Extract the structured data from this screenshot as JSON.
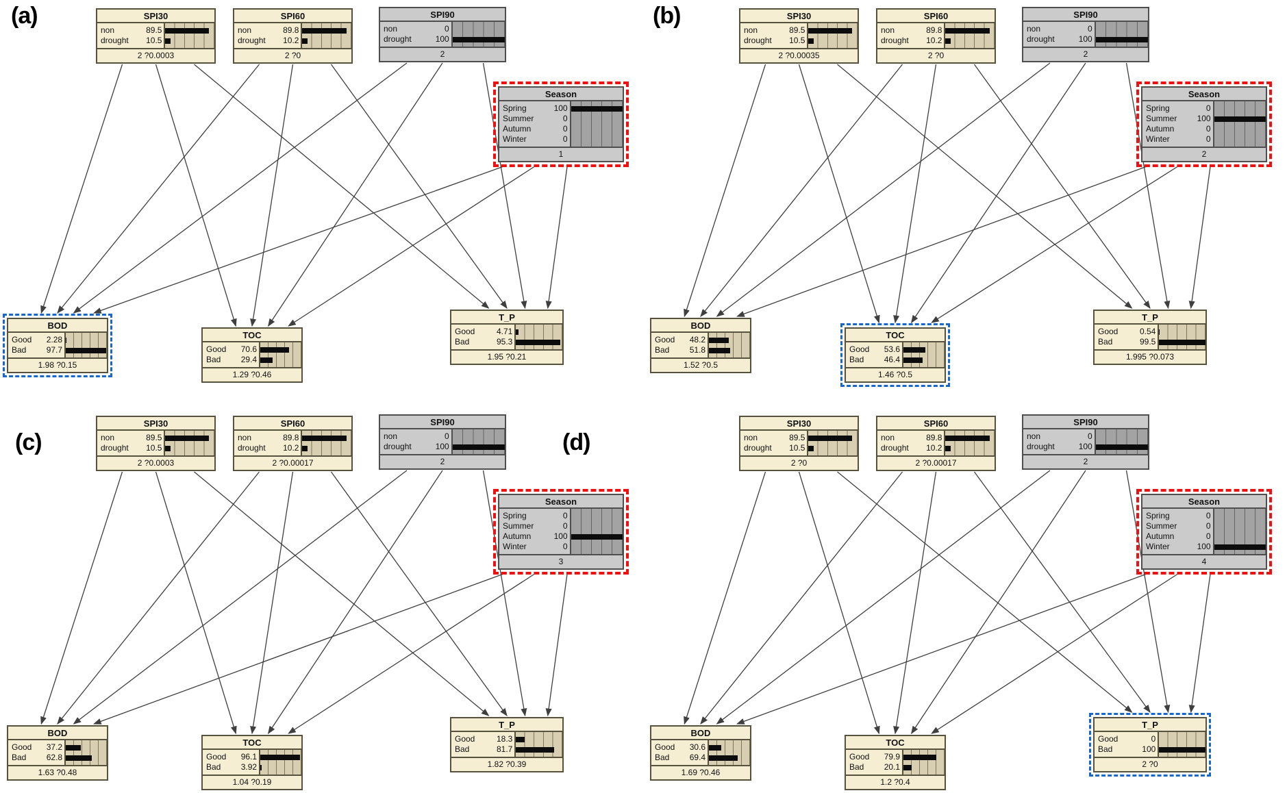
{
  "diagram": {
    "colors": {
      "node_fill_cream": "#f5eed3",
      "node_fill_gray": "#cbcbcb",
      "bar_area_cream": "#d8cfb2",
      "bar_area_gray": "#a3a3a3",
      "bar_fill": "#0c0c0c",
      "evidence_outline_red": "#ee1111",
      "highlight_outline_blue": "#1767cf",
      "edge": "#3f3f3f"
    },
    "edges": [
      {
        "from": "spi30",
        "to": "bod"
      },
      {
        "from": "spi30",
        "to": "toc"
      },
      {
        "from": "spi30",
        "to": "tp"
      },
      {
        "from": "spi60",
        "to": "bod"
      },
      {
        "from": "spi60",
        "to": "toc"
      },
      {
        "from": "spi60",
        "to": "tp"
      },
      {
        "from": "spi90",
        "to": "bod"
      },
      {
        "from": "spi90",
        "to": "toc"
      },
      {
        "from": "spi90",
        "to": "tp"
      },
      {
        "from": "season",
        "to": "bod"
      },
      {
        "from": "season",
        "to": "toc"
      },
      {
        "from": "season",
        "to": "tp"
      }
    ],
    "panels": [
      {
        "id": "a",
        "label": "(a)",
        "nodes": [
          {
            "id": "spi30",
            "title": "SPI30",
            "style": "cream",
            "states": [
              {
                "label": "non",
                "value": "89.5",
                "pct": 89.5
              },
              {
                "label": "drought",
                "value": "10.5",
                "pct": 10.5
              }
            ],
            "footer": "2 ?0.0003"
          },
          {
            "id": "spi60",
            "title": "SPI60",
            "style": "cream",
            "states": [
              {
                "label": "non",
                "value": "89.8",
                "pct": 89.8
              },
              {
                "label": "drought",
                "value": "10.2",
                "pct": 10.2
              }
            ],
            "footer": "2 ?0"
          },
          {
            "id": "spi90",
            "title": "SPI90",
            "style": "gray",
            "states": [
              {
                "label": "non",
                "value": "0",
                "pct": 0
              },
              {
                "label": "drought",
                "value": "100",
                "pct": 100
              }
            ],
            "footer": "2"
          },
          {
            "id": "season",
            "title": "Season",
            "style": "gray",
            "highlight": "red",
            "states": [
              {
                "label": "Spring",
                "value": "100",
                "pct": 100
              },
              {
                "label": "Summer",
                "value": "0",
                "pct": 0
              },
              {
                "label": "Autumn",
                "value": "0",
                "pct": 0
              },
              {
                "label": "Winter",
                "value": "0",
                "pct": 0
              }
            ],
            "footer": "1"
          },
          {
            "id": "bod",
            "title": "BOD",
            "style": "cream",
            "highlight": "blue",
            "states": [
              {
                "label": "Good",
                "value": "2.28",
                "pct": 2.28
              },
              {
                "label": "Bad",
                "value": "97.7",
                "pct": 97.7
              }
            ],
            "footer": "1.98 ?0.15"
          },
          {
            "id": "toc",
            "title": "TOC",
            "style": "cream",
            "states": [
              {
                "label": "Good",
                "value": "70.6",
                "pct": 70.6
              },
              {
                "label": "Bad",
                "value": "29.4",
                "pct": 29.4
              }
            ],
            "footer": "1.29 ?0.46"
          },
          {
            "id": "tp",
            "title": "T_P",
            "style": "cream",
            "states": [
              {
                "label": "Good",
                "value": "4.71",
                "pct": 4.71
              },
              {
                "label": "Bad",
                "value": "95.3",
                "pct": 95.3
              }
            ],
            "footer": "1.95 ?0.21"
          }
        ]
      },
      {
        "id": "b",
        "label": "(b)",
        "nodes": [
          {
            "id": "spi30",
            "title": "SPI30",
            "style": "cream",
            "states": [
              {
                "label": "non",
                "value": "89.5",
                "pct": 89.5
              },
              {
                "label": "drought",
                "value": "10.5",
                "pct": 10.5
              }
            ],
            "footer": "2 ?0.00035"
          },
          {
            "id": "spi60",
            "title": "SPI60",
            "style": "cream",
            "states": [
              {
                "label": "non",
                "value": "89.8",
                "pct": 89.8
              },
              {
                "label": "drought",
                "value": "10.2",
                "pct": 10.2
              }
            ],
            "footer": "2 ?0"
          },
          {
            "id": "spi90",
            "title": "SPI90",
            "style": "gray",
            "states": [
              {
                "label": "non",
                "value": "0",
                "pct": 0
              },
              {
                "label": "drought",
                "value": "100",
                "pct": 100
              }
            ],
            "footer": "2"
          },
          {
            "id": "season",
            "title": "Season",
            "style": "gray",
            "highlight": "red",
            "states": [
              {
                "label": "Spring",
                "value": "0",
                "pct": 0
              },
              {
                "label": "Summer",
                "value": "100",
                "pct": 100
              },
              {
                "label": "Autumn",
                "value": "0",
                "pct": 0
              },
              {
                "label": "Winter",
                "value": "0",
                "pct": 0
              }
            ],
            "footer": "2"
          },
          {
            "id": "bod",
            "title": "BOD",
            "style": "cream",
            "states": [
              {
                "label": "Good",
                "value": "48.2",
                "pct": 48.2
              },
              {
                "label": "Bad",
                "value": "51.8",
                "pct": 51.8
              }
            ],
            "footer": "1.52 ?0.5"
          },
          {
            "id": "toc",
            "title": "TOC",
            "style": "cream",
            "highlight": "blue",
            "states": [
              {
                "label": "Good",
                "value": "53.6",
                "pct": 53.6
              },
              {
                "label": "Bad",
                "value": "46.4",
                "pct": 46.4
              }
            ],
            "footer": "1.46 ?0.5"
          },
          {
            "id": "tp",
            "title": "T_P",
            "style": "cream",
            "states": [
              {
                "label": "Good",
                "value": "0.54",
                "pct": 0.54
              },
              {
                "label": "Bad",
                "value": "99.5",
                "pct": 99.5
              }
            ],
            "footer": "1.995 ?0.073"
          }
        ]
      },
      {
        "id": "c",
        "label": "(c)",
        "nodes": [
          {
            "id": "spi30",
            "title": "SPI30",
            "style": "cream",
            "states": [
              {
                "label": "non",
                "value": "89.5",
                "pct": 89.5
              },
              {
                "label": "drought",
                "value": "10.5",
                "pct": 10.5
              }
            ],
            "footer": "2 ?0.0003"
          },
          {
            "id": "spi60",
            "title": "SPI60",
            "style": "cream",
            "states": [
              {
                "label": "non",
                "value": "89.8",
                "pct": 89.8
              },
              {
                "label": "drought",
                "value": "10.2",
                "pct": 10.2
              }
            ],
            "footer": "2 ?0.00017"
          },
          {
            "id": "spi90",
            "title": "SPI90",
            "style": "gray",
            "states": [
              {
                "label": "non",
                "value": "0",
                "pct": 0
              },
              {
                "label": "drought",
                "value": "100",
                "pct": 100
              }
            ],
            "footer": "2"
          },
          {
            "id": "season",
            "title": "Season",
            "style": "gray",
            "highlight": "red",
            "states": [
              {
                "label": "Spring",
                "value": "0",
                "pct": 0
              },
              {
                "label": "Summer",
                "value": "0",
                "pct": 0
              },
              {
                "label": "Autumn",
                "value": "100",
                "pct": 100
              },
              {
                "label": "Winter",
                "value": "0",
                "pct": 0
              }
            ],
            "footer": "3"
          },
          {
            "id": "bod",
            "title": "BOD",
            "style": "cream",
            "states": [
              {
                "label": "Good",
                "value": "37.2",
                "pct": 37.2
              },
              {
                "label": "Bad",
                "value": "62.8",
                "pct": 62.8
              }
            ],
            "footer": "1.63 ?0.48"
          },
          {
            "id": "toc",
            "title": "TOC",
            "style": "cream",
            "states": [
              {
                "label": "Good",
                "value": "96.1",
                "pct": 96.1
              },
              {
                "label": "Bad",
                "value": "3.92",
                "pct": 3.92
              }
            ],
            "footer": "1.04 ?0.19"
          },
          {
            "id": "tp",
            "title": "T_P",
            "style": "cream",
            "states": [
              {
                "label": "Good",
                "value": "18.3",
                "pct": 18.3
              },
              {
                "label": "Bad",
                "value": "81.7",
                "pct": 81.7
              }
            ],
            "footer": "1.82 ?0.39"
          }
        ]
      },
      {
        "id": "d",
        "label": "(d)",
        "nodes": [
          {
            "id": "spi30",
            "title": "SPI30",
            "style": "cream",
            "states": [
              {
                "label": "non",
                "value": "89.5",
                "pct": 89.5
              },
              {
                "label": "drought",
                "value": "10.5",
                "pct": 10.5
              }
            ],
            "footer": "2 ?0"
          },
          {
            "id": "spi60",
            "title": "SPI60",
            "style": "cream",
            "states": [
              {
                "label": "non",
                "value": "89.8",
                "pct": 89.8
              },
              {
                "label": "drought",
                "value": "10.2",
                "pct": 10.2
              }
            ],
            "footer": "2 ?0.00017"
          },
          {
            "id": "spi90",
            "title": "SPI90",
            "style": "gray",
            "states": [
              {
                "label": "non",
                "value": "0",
                "pct": 0
              },
              {
                "label": "drought",
                "value": "100",
                "pct": 100
              }
            ],
            "footer": "2"
          },
          {
            "id": "season",
            "title": "Season",
            "style": "gray",
            "highlight": "red",
            "states": [
              {
                "label": "Spring",
                "value": "0",
                "pct": 0
              },
              {
                "label": "Summer",
                "value": "0",
                "pct": 0
              },
              {
                "label": "Autumn",
                "value": "0",
                "pct": 0
              },
              {
                "label": "Winter",
                "value": "100",
                "pct": 100
              }
            ],
            "footer": "4"
          },
          {
            "id": "bod",
            "title": "BOD",
            "style": "cream",
            "states": [
              {
                "label": "Good",
                "value": "30.6",
                "pct": 30.6
              },
              {
                "label": "Bad",
                "value": "69.4",
                "pct": 69.4
              }
            ],
            "footer": "1.69 ?0.46"
          },
          {
            "id": "toc",
            "title": "TOC",
            "style": "cream",
            "states": [
              {
                "label": "Good",
                "value": "79.9",
                "pct": 79.9
              },
              {
                "label": "Bad",
                "value": "20.1",
                "pct": 20.1
              }
            ],
            "footer": "1.2 ?0.4"
          },
          {
            "id": "tp",
            "title": "T_P",
            "style": "cream",
            "highlight": "blue",
            "states": [
              {
                "label": "Good",
                "value": "0",
                "pct": 0
              },
              {
                "label": "Bad",
                "value": "100",
                "pct": 100
              }
            ],
            "footer": "2 ?0"
          }
        ]
      }
    ]
  }
}
